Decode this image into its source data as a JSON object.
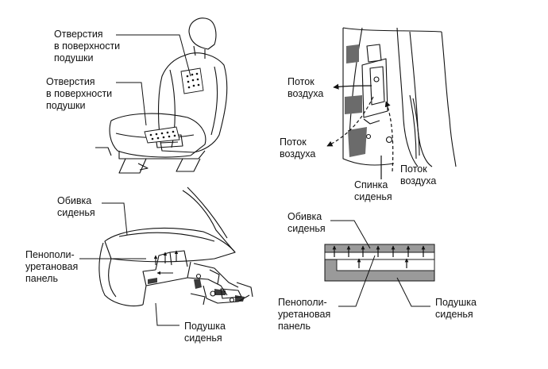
{
  "colors": {
    "ink": "#111111",
    "foam_gray": "#9a9a9a",
    "dark_patch": "#6b6b6b",
    "background": "#ffffff"
  },
  "figures": {
    "seat_overview": {
      "labels": {
        "holes_back": [
          "Отверстия",
          "в поверхности",
          "подушки"
        ],
        "holes_cushion": [
          "Отверстия",
          "в поверхности",
          "подушки"
        ]
      }
    },
    "seatback_airflow": {
      "labels": {
        "airflow_out_upper": [
          "Поток",
          "воздуха"
        ],
        "airflow_out_lower": [
          "Поток",
          "воздуха"
        ],
        "airflow_in": [
          "Поток",
          "воздуха"
        ],
        "seatback": [
          "Спинка",
          "сиденья"
        ]
      }
    },
    "cushion_cutaway": {
      "labels": {
        "cover": [
          "Обивка",
          "сиденья"
        ],
        "foam_panel": [
          "Пенополи-",
          "уретановая",
          "панель"
        ],
        "cushion": [
          "Подушка",
          "сиденья"
        ]
      }
    },
    "cross_section": {
      "labels": {
        "cover": [
          "Обивка",
          "сиденья"
        ],
        "foam_panel": [
          "Пенополи-",
          "уретановая",
          "панель"
        ],
        "cushion": [
          "Подушка",
          "сиденья"
        ]
      }
    }
  }
}
